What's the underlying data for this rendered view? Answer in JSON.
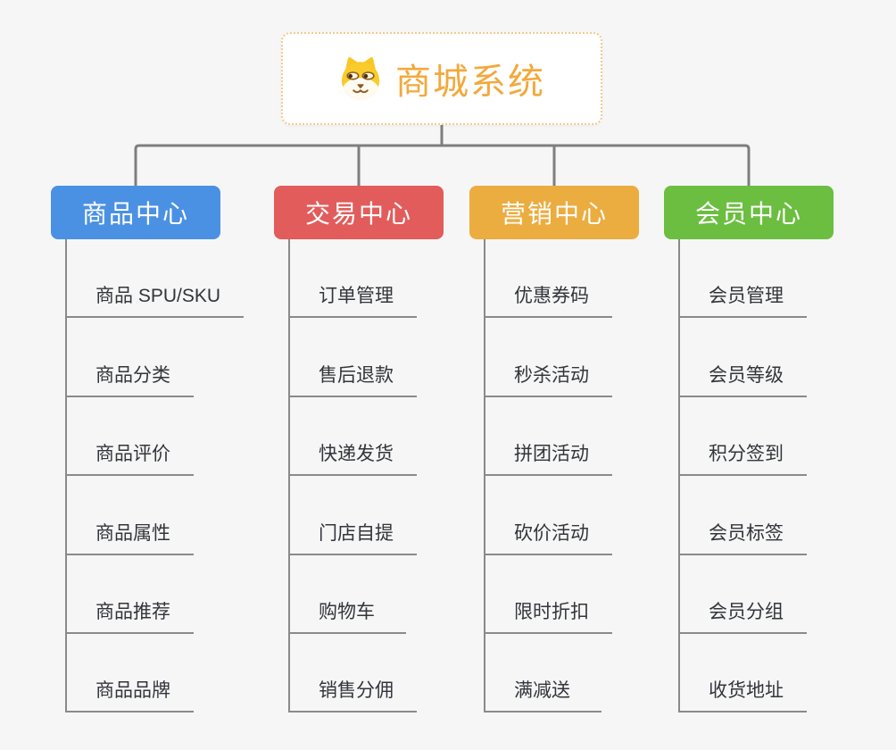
{
  "root": {
    "title": "商城系统",
    "title_color": "#f2a93c",
    "border_color": "#f3c98d",
    "icon": "doge-icon"
  },
  "branches": [
    {
      "label": "商品中心",
      "color": "#4b91e3",
      "items": [
        "商品 SPU/SKU",
        "商品分类",
        "商品评价",
        "商品属性",
        "商品推荐",
        "商品品牌"
      ]
    },
    {
      "label": "交易中心",
      "color": "#e25c5c",
      "items": [
        "订单管理",
        "售后退款",
        "快递发货",
        "门店自提",
        "购物车",
        "销售分佣"
      ]
    },
    {
      "label": "营销中心",
      "color": "#ebac40",
      "items": [
        "优惠券码",
        "秒杀活动",
        "拼团活动",
        "砍价活动",
        "限时折扣",
        "满减送"
      ]
    },
    {
      "label": "会员中心",
      "color": "#6cbe40",
      "items": [
        "会员管理",
        "会员等级",
        "积分签到",
        "会员标签",
        "会员分组",
        "收货地址"
      ]
    }
  ],
  "colors": {
    "connector": "#7e7e7e",
    "item_line": "#8a8a8a",
    "background": "#f6f6f6",
    "item_text": "#32353a"
  }
}
